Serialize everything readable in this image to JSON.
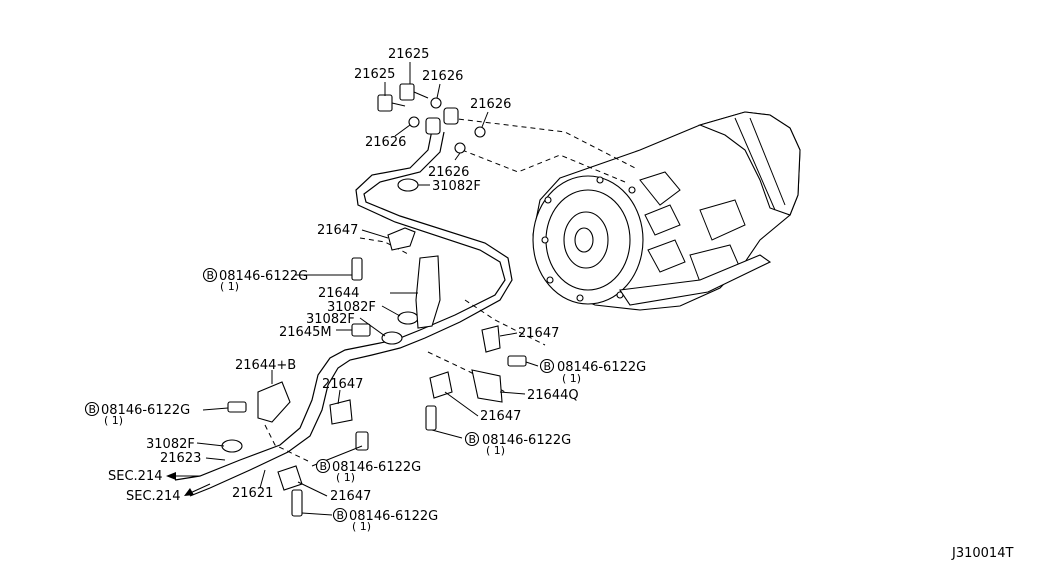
{
  "diagram_code": "J310014T",
  "bolt_qty": "( 1)",
  "bolt_marker": "B",
  "parts": {
    "p21625": "21625",
    "p21626": "21626",
    "p31082F": "31082F",
    "p21647": "21647",
    "p21644": "21644",
    "p21645M": "21645M",
    "p21644B": "21644+B",
    "p21623": "21623",
    "p21621": "21621",
    "p21644Q": "21644Q",
    "bolt": "08146-6122G",
    "sec214": "SEC.214"
  }
}
